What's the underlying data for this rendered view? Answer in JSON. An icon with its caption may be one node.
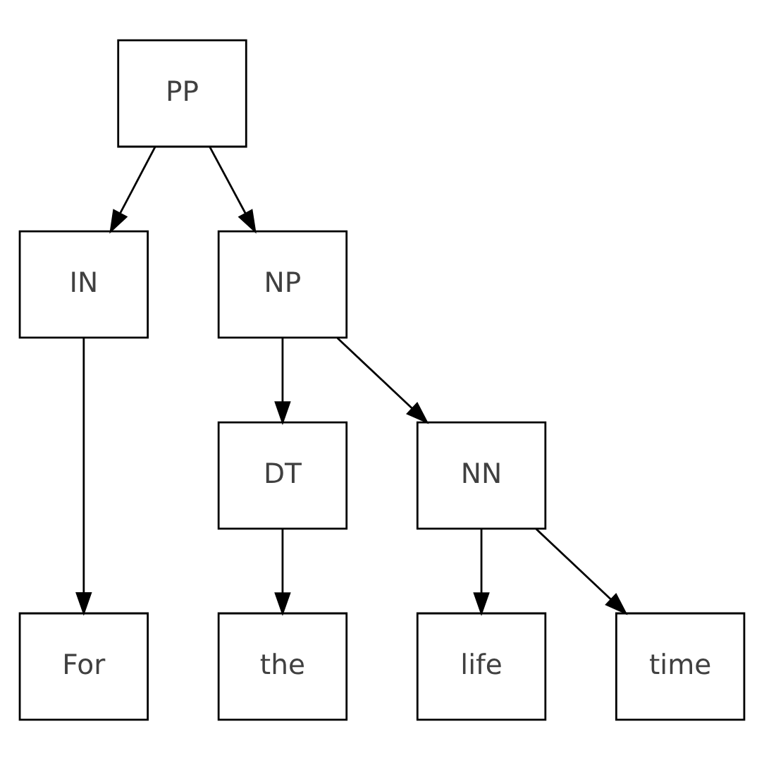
{
  "diagram": {
    "nodes": [
      {
        "text": [
          "PP"
        ]
      },
      {
        "text": [
          "IN"
        ]
      },
      {
        "text": [
          "NP"
        ]
      },
      {
        "text": [
          "DT"
        ]
      },
      {
        "text": [
          "NN"
        ]
      },
      {
        "text": [
          "For"
        ]
      },
      {
        "text": [
          "the"
        ]
      },
      {
        "text": [
          "life"
        ]
      },
      {
        "text": [
          "time"
        ]
      }
    ],
    "edges": [
      {
        "from": 0,
        "to": 1,
        "arrow": "to"
      },
      {
        "from": 0,
        "to": 2,
        "arrow": "to"
      },
      {
        "from": 1,
        "to": 5,
        "arrow": "to"
      },
      {
        "from": 2,
        "to": 3,
        "arrow": "to"
      },
      {
        "from": 2,
        "to": 4,
        "arrow": "to"
      },
      {
        "from": 3,
        "to": 6,
        "arrow": "to"
      },
      {
        "from": 4,
        "to": 7,
        "arrow": "to"
      },
      {
        "from": 4,
        "to": 8,
        "arrow": "to"
      }
    ]
  }
}
